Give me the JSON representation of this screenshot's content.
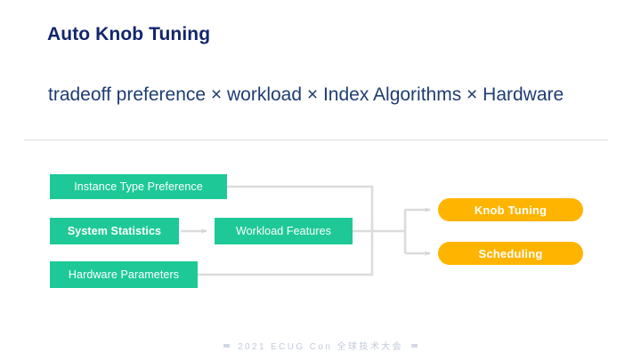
{
  "slide": {
    "title": "Auto Knob Tuning",
    "subtitle": "tradeoff preference × workload × Index Algorithms × Hardware"
  },
  "colors": {
    "title": "#12266B",
    "subtitle": "#1F3D73",
    "input_node": "#1EC997",
    "output_node": "#FFB400",
    "connector": "#D9D9D9",
    "divider": "#DCDCDC",
    "footer_text": "#C3CADA"
  },
  "diagram": {
    "type": "flow",
    "inputs": [
      {
        "id": "instance-type-preference",
        "label": "Instance Type Preference",
        "bold": false
      },
      {
        "id": "system-statistics",
        "label": "System Statistics",
        "bold": true
      },
      {
        "id": "hardware-parameters",
        "label": "Hardware Parameters",
        "bold": false
      }
    ],
    "intermediate": [
      {
        "id": "workload-features",
        "label": "Workload Features",
        "bold": false
      }
    ],
    "outputs": [
      {
        "id": "knob-tuning",
        "label": "Knob Tuning"
      },
      {
        "id": "scheduling",
        "label": "Scheduling"
      }
    ],
    "edges": [
      {
        "from": "system-statistics",
        "to": "workload-features",
        "arrow": true
      },
      {
        "from": "instance-type-preference",
        "to": "merge-bus",
        "arrow": false
      },
      {
        "from": "workload-features",
        "to": "merge-bus",
        "arrow": false
      },
      {
        "from": "hardware-parameters",
        "to": "merge-bus",
        "arrow": false
      },
      {
        "from": "merge-bus",
        "to": "knob-tuning",
        "arrow": true
      },
      {
        "from": "merge-bus",
        "to": "scheduling",
        "arrow": true
      }
    ]
  },
  "footer": {
    "text": "2021  ECUG  Con  全球技术大会"
  }
}
